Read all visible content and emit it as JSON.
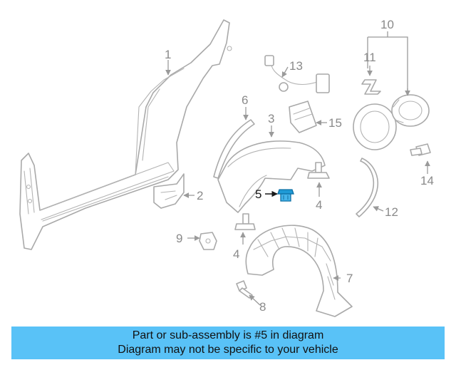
{
  "diagram": {
    "callouts": {
      "c1": "1",
      "c2": "2",
      "c3": "3",
      "c4a": "4",
      "c4b": "4",
      "c5": "5",
      "c6": "6",
      "c7": "7",
      "c8": "8",
      "c9": "9",
      "c10": "10",
      "c11": "11",
      "c12": "12",
      "c13": "13",
      "c14": "14",
      "c15": "15"
    },
    "highlight_part": "5",
    "colors": {
      "highlight_part": "#1f9ad6",
      "banner": "#59c2f7",
      "linework": "#a9a9a9"
    }
  },
  "banner": {
    "line1": "Part or sub-assembly is #5 in diagram",
    "line2": "Diagram may not be specific to your vehicle"
  }
}
